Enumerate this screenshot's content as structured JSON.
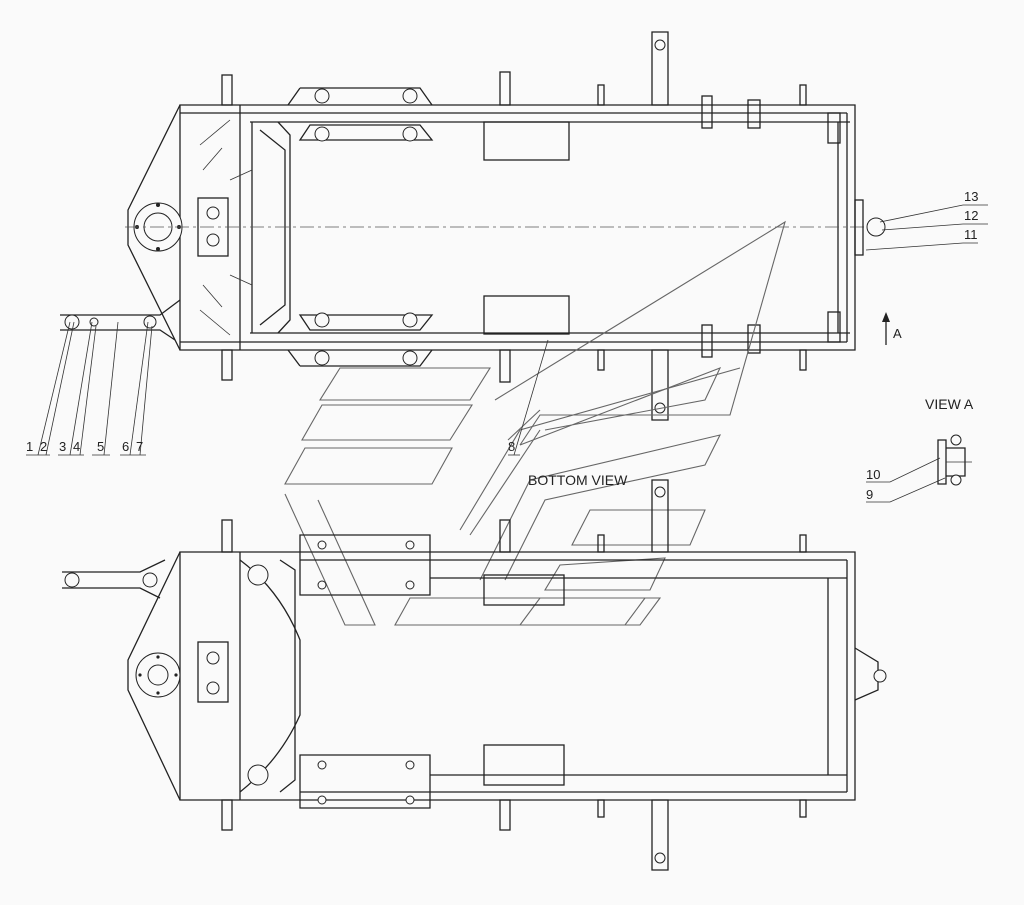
{
  "callouts_bottom_left": [
    "1",
    "2",
    "3",
    "4",
    "5",
    "6",
    "7"
  ],
  "callouts_right_top": [
    "13",
    "12",
    "11"
  ],
  "callouts_right_view": [
    "10",
    "9"
  ],
  "callout_center": "8",
  "view_arrow_label": "A",
  "view_a_title": "VIEW A",
  "bottom_view_title": "BOTTOM VIEW"
}
